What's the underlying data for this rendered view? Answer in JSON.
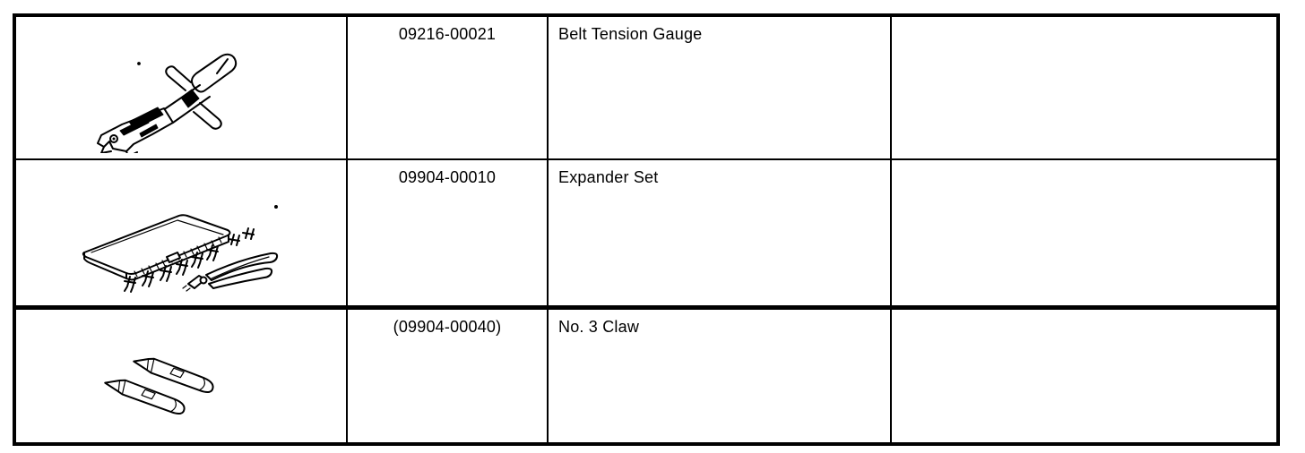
{
  "page": {
    "background": "#ffffff",
    "border_color": "#000000",
    "text_color": "#000000",
    "description": "Special service tool table, three rows"
  },
  "table": {
    "columns": [
      "illustration",
      "part_number",
      "tool_name",
      "remarks"
    ],
    "rows": [
      {
        "illustration": "belt-tension-gauge",
        "part_number": "09216-00021",
        "tool_name": "Belt Tension Gauge",
        "remarks": ""
      },
      {
        "illustration": "expander-set",
        "part_number": "09904-00010",
        "tool_name": "Expander Set",
        "remarks": ""
      },
      {
        "illustration": "no-3-claw",
        "part_number": "(09904-00040)",
        "tool_name": "No. 3 Claw",
        "remarks": ""
      }
    ]
  }
}
